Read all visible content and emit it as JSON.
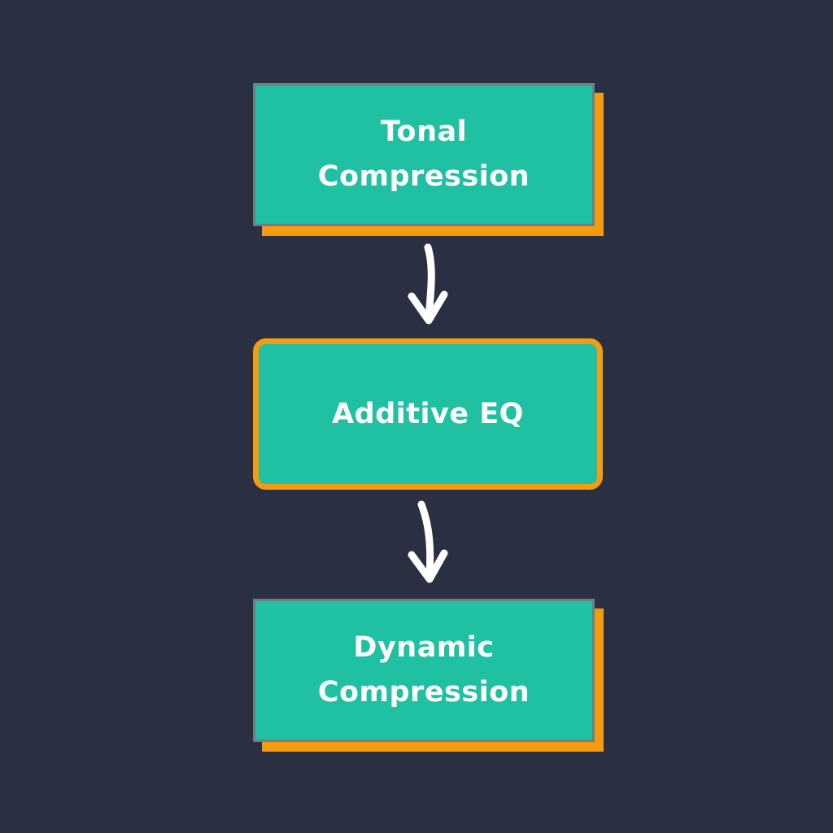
{
  "colors": {
    "background": "#2a3042",
    "node_fill": "#20c0a2",
    "accent": "#f39c12",
    "text": "#ffffff"
  },
  "flow": {
    "nodes": [
      {
        "label": "Tonal\nCompression"
      },
      {
        "label": "Additive EQ"
      },
      {
        "label": "Dynamic\nCompression"
      }
    ],
    "connectors": [
      {
        "from": "Tonal Compression",
        "to": "Additive EQ",
        "icon": "down-arrow-icon"
      },
      {
        "from": "Additive EQ",
        "to": "Dynamic Compression",
        "icon": "down-arrow-icon"
      }
    ]
  }
}
